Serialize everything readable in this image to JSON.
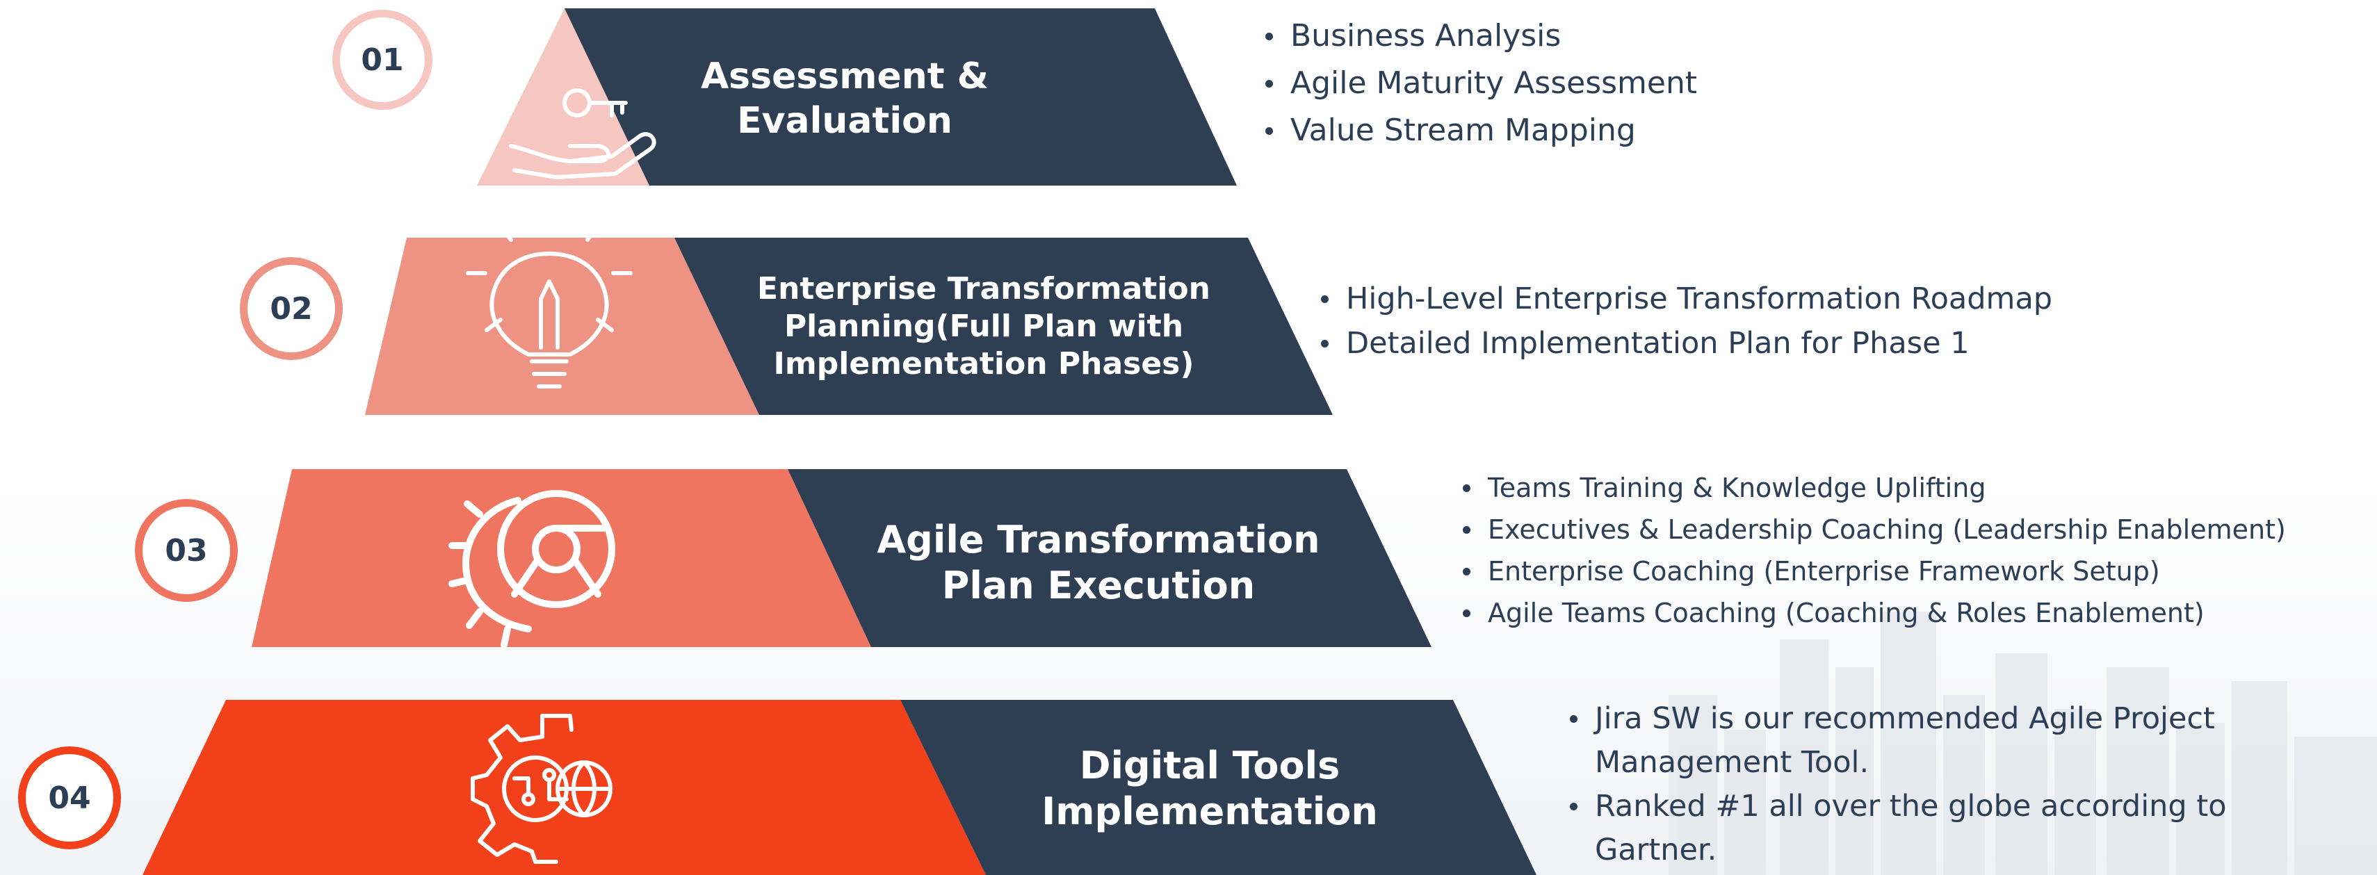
{
  "colors": {
    "navy": "#2e3e53",
    "tier1_accent": "#f6c6c0",
    "tier2_accent": "#ee9384",
    "tier3_accent": "#f07560",
    "tier4_accent": "#f2401a",
    "text": "#2c3e55"
  },
  "tiers": [
    {
      "number": "01",
      "title_lines": [
        "Assessment &",
        "Evaluation"
      ],
      "icon": "hand-key-icon",
      "bullets": [
        "Business Analysis",
        "Agile Maturity Assessment",
        "Value Stream Mapping"
      ]
    },
    {
      "number": "02",
      "title_lines": [
        "Enterprise Transformation",
        "Planning(Full Plan with",
        "Implementation Phases)"
      ],
      "icon": "lightbulb-pencil-icon",
      "bullets": [
        "High-Level Enterprise Transformation Roadmap",
        "Detailed Implementation Plan for Phase 1"
      ]
    },
    {
      "number": "03",
      "title_lines": [
        "Agile Transformation",
        "Plan Execution"
      ],
      "icon": "gear-chrome-icon",
      "bullets": [
        "Teams Training & Knowledge Uplifting",
        "Executives & Leadership Coaching (Leadership Enablement)",
        "Enterprise Coaching (Enterprise Framework Setup)",
        "Agile Teams Coaching (Coaching & Roles Enablement)"
      ]
    },
    {
      "number": "04",
      "title_lines": [
        "Digital Tools",
        "Implementation"
      ],
      "icon": "gear-globe-circuit-icon",
      "bullets": [
        "Jira SW is our recommended Agile Project Management Tool.",
        "Ranked #1 all over the globe according to Gartner."
      ]
    }
  ]
}
